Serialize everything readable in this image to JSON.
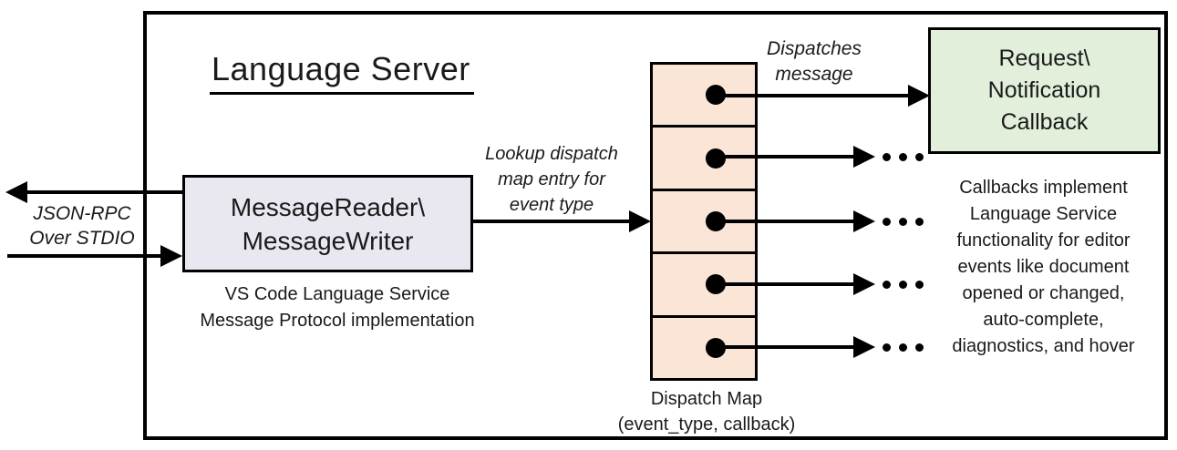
{
  "diagram": {
    "title": "Language Server",
    "io_label": {
      "line1": "JSON-RPC",
      "line2": "Over STDIO"
    },
    "message_box": {
      "line1": "MessageReader\\",
      "line2": "MessageWriter"
    },
    "message_caption": {
      "line1": "VS Code Language Service",
      "line2": "Message Protocol implementation"
    },
    "lookup_label": {
      "line1": "Lookup dispatch",
      "line2": "map entry for",
      "line3": "event type"
    },
    "dispatches_label": {
      "line1": "Dispatches",
      "line2": "message"
    },
    "callback_box": {
      "line1": "Request\\",
      "line2": "Notification",
      "line3": "Callback"
    },
    "dispatch_map": {
      "cell_count": 5,
      "caption_line1": "Dispatch Map",
      "caption_line2": "(event_type, callback)"
    },
    "callbacks_note": {
      "line1": "Callbacks implement",
      "line2": "Language Service",
      "line3": "functionality for editor",
      "line4": "events like document",
      "line5": "opened or changed,",
      "line6": "auto-complete,",
      "line7": "diagnostics, and hover"
    },
    "colors": {
      "message_box_fill": "#e9e7f0",
      "dispatch_map_fill": "#fbe5d6",
      "callback_box_fill": "#e2efda",
      "line_color": "#000000",
      "background": "#ffffff"
    }
  }
}
